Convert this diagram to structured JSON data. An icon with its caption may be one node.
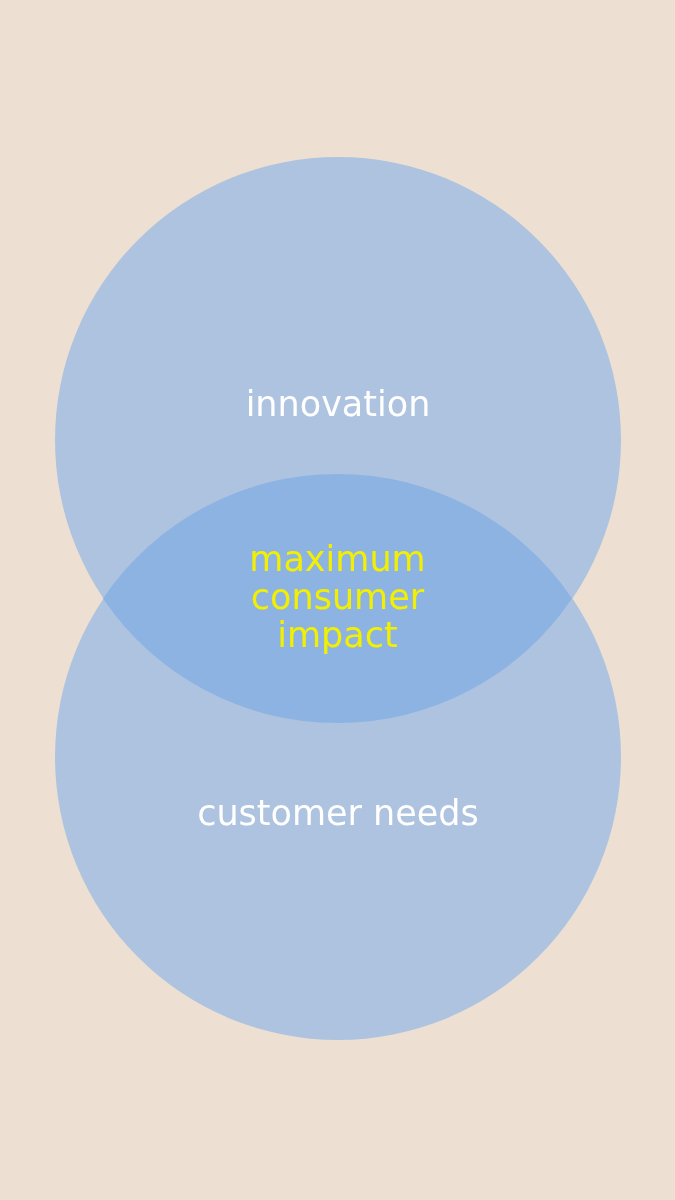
{
  "diagram": {
    "nodes": [
      {
        "text": [
          "innovation"
        ]
      },
      {
        "text": [
          "customer needs"
        ]
      },
      {
        "text": [
          "maximum consumer impact"
        ]
      }
    ]
  }
}
